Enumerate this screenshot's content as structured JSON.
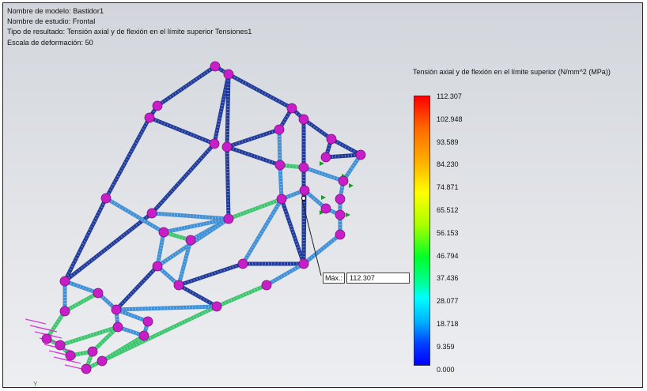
{
  "info": {
    "model": "Nombre de modelo: Bastidor1",
    "study": "Nombre de estudio: Frontal",
    "result_type": "Tipo de resultado: Tensión axial y de flexión en el límite superior Tensiones1",
    "deformation": "Escala de deformación: 50"
  },
  "legend": {
    "title": "Tensión axial y de flexión en el límite superior (N/mm^2 (MPa))",
    "ticks": [
      "112.307",
      "102.948",
      "93.589",
      "84.230",
      "74.871",
      "65.512",
      "56.153",
      "46.794",
      "37.436",
      "28.077",
      "18.718",
      "9.359",
      "0.000"
    ],
    "colors": {
      "max": "#ff0000",
      "mid": "#00ff2a",
      "min": "#0000ff"
    }
  },
  "max_marker": {
    "label": "Máx.:",
    "value": "112.307"
  },
  "axis": {
    "y_label": "Y"
  },
  "colors": {
    "joint": "#c81ec8",
    "dark_beam": "#1f3a9a",
    "mid_beam": "#3f8fd6",
    "green_beam": "#3cc56e",
    "load_arrow": "#d040d0"
  }
}
